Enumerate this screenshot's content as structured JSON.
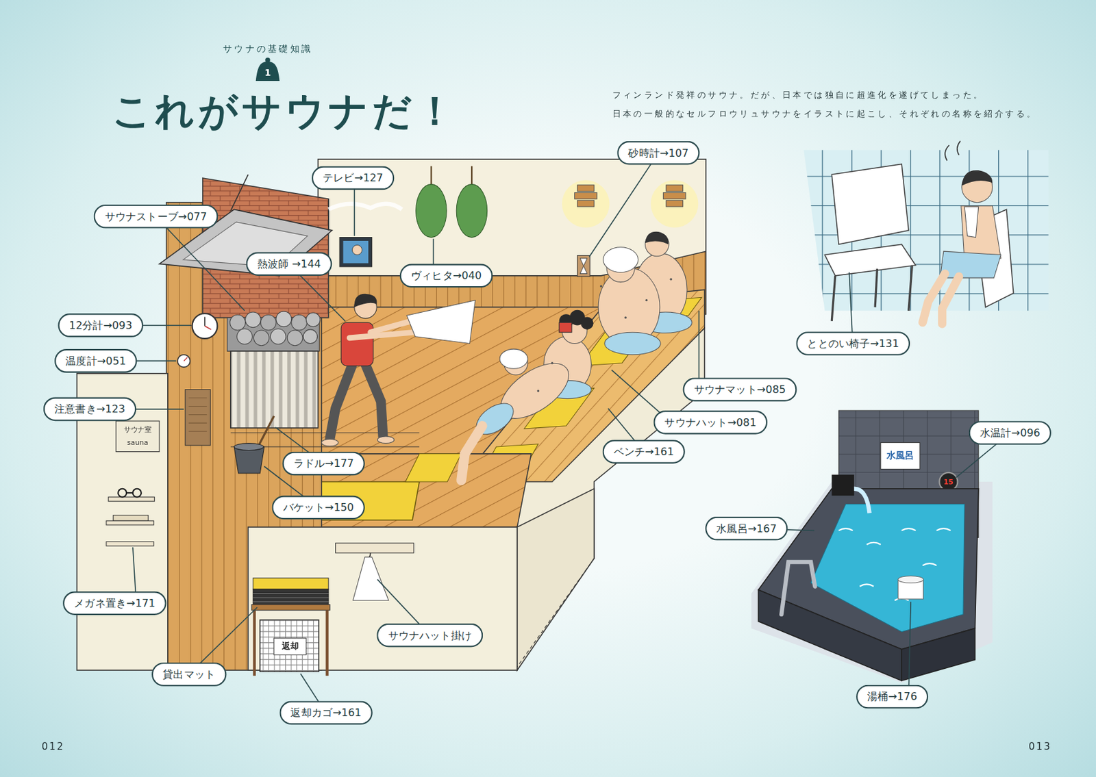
{
  "diagram": {
    "title": "これがサウナだ！",
    "caption": "フィンランド発祥のサウナ。だが、日本では独自に超進化を遂げてしまった。 日本の一般的なセルフロウリュサウナをイラストに起こし、それぞれの名称を紹介する。",
    "nodes": [
      {
        "text": [
          "砂時計→107"
        ]
      },
      {
        "text": [
          "テレビ→127"
        ]
      },
      {
        "text": [
          "サウナストーブ→077"
        ]
      },
      {
        "text": [
          "熱波師 →144"
        ]
      },
      {
        "text": [
          "ヴィヒタ→040"
        ]
      },
      {
        "text": [
          "12分計→093"
        ]
      },
      {
        "text": [
          "ととのい椅子→131"
        ]
      },
      {
        "text": [
          "温度計→051"
        ]
      },
      {
        "text": [
          "サウナマット→085"
        ]
      },
      {
        "text": [
          "注意書き→123"
        ]
      },
      {
        "text": [
          "サウナハット→081"
        ]
      },
      {
        "text": [
          "水温計→096"
        ]
      },
      {
        "text": [
          "ベンチ→161"
        ]
      },
      {
        "text": [
          "ラドル→177"
        ]
      },
      {
        "text": [
          "バケット→150"
        ]
      },
      {
        "text": [
          "水風呂→167"
        ]
      },
      {
        "text": [
          "メガネ置き→171"
        ]
      },
      {
        "text": [
          "サウナハット掛け"
        ]
      },
      {
        "text": [
          "貸出マット"
        ]
      },
      {
        "text": [
          "湯桶→176"
        ]
      },
      {
        "text": [
          "返却カゴ→161"
        ]
      }
    ],
    "labels": [
      "サウナの基礎知識",
      "1",
      "サウナ室",
      "sauna",
      "返却",
      "水風呂",
      "15",
      "012",
      "013"
    ]
  }
}
